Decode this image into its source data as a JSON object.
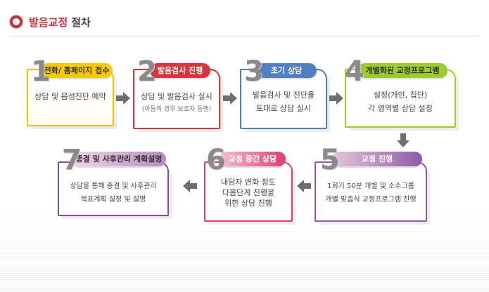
{
  "header": {
    "title_main": "발음교정",
    "title_rest": "절차"
  },
  "steps": [
    {
      "number": "1",
      "title": "전화/ 홈페이지 접수",
      "lines": [
        "상담 및 음성진단 예약"
      ]
    },
    {
      "number": "2",
      "title": "발음검사 진행",
      "lines": [
        "상담 및 발음검사 실시"
      ],
      "sub": "(아동의 경우 보호자 동행)"
    },
    {
      "number": "3",
      "title": "초기 상담",
      "lines": [
        "발음검사 및 진단을",
        "토대로 상담 실시"
      ]
    },
    {
      "number": "4",
      "title": "개별화된 교정프로그램",
      "lines": [
        "설정(개인, 집단)",
        "각 영역별 상담 설정"
      ]
    },
    {
      "number": "5",
      "title": "교정 진행",
      "lines": [
        "1회기 50분  개별 및 소수그룹",
        "개별 맞춤식 교정프로그램 진행"
      ]
    },
    {
      "number": "6",
      "title": "교정 중간 상담",
      "lines": [
        "내담자 변화 정도",
        "다음단계 진행을",
        "위한 상담 진행"
      ]
    },
    {
      "number": "7",
      "title": "종결 및 사후관리 계획설명",
      "lines": [
        "상담을 통해 종결 및 사후관리",
        "목표계획 설정 및 설명"
      ]
    }
  ],
  "colors": {
    "accent_red": "#c8303a",
    "step1": "#f2c200",
    "step2": "#d8343c",
    "step3": "#4f7fc4",
    "step4": "#9ccc2c",
    "step5": "#8e5aa6",
    "step6": "#e03c6e",
    "step7": "#7d4fa0",
    "arrow": "#6e6e6e"
  },
  "icons": {
    "header": "ring-bullet-icon",
    "flow": "arrow-icon"
  }
}
